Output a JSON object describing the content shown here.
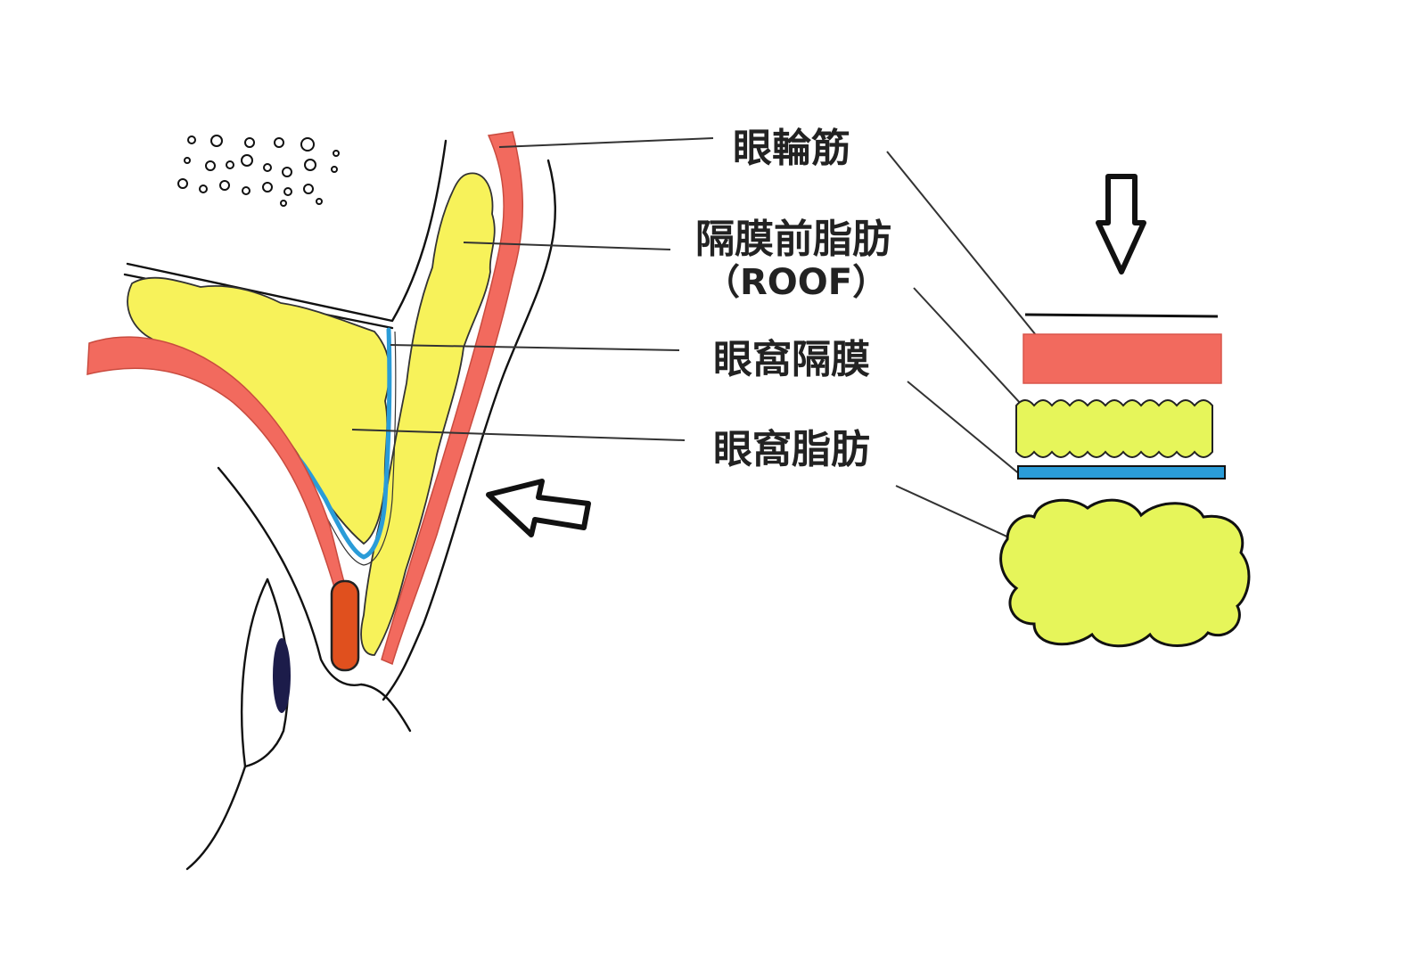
{
  "labels": {
    "orbicularis": "眼輪筋",
    "roof_line1": "隔膜前脂肪",
    "roof_line2": "（ROOF）",
    "septum": "眼窩隔膜",
    "orbital_fat": "眼窩脂肪"
  },
  "colors": {
    "muscle": "#f26a5e",
    "fat": "#f7f25a",
    "fat_right": "#e6f55a",
    "septum": "#2a9cd8",
    "tarsus": "#e0501e",
    "ink": "#111111"
  },
  "icons": [
    "down-arrow-icon",
    "left-arrow-icon",
    "eyebrow-hair-icon"
  ]
}
